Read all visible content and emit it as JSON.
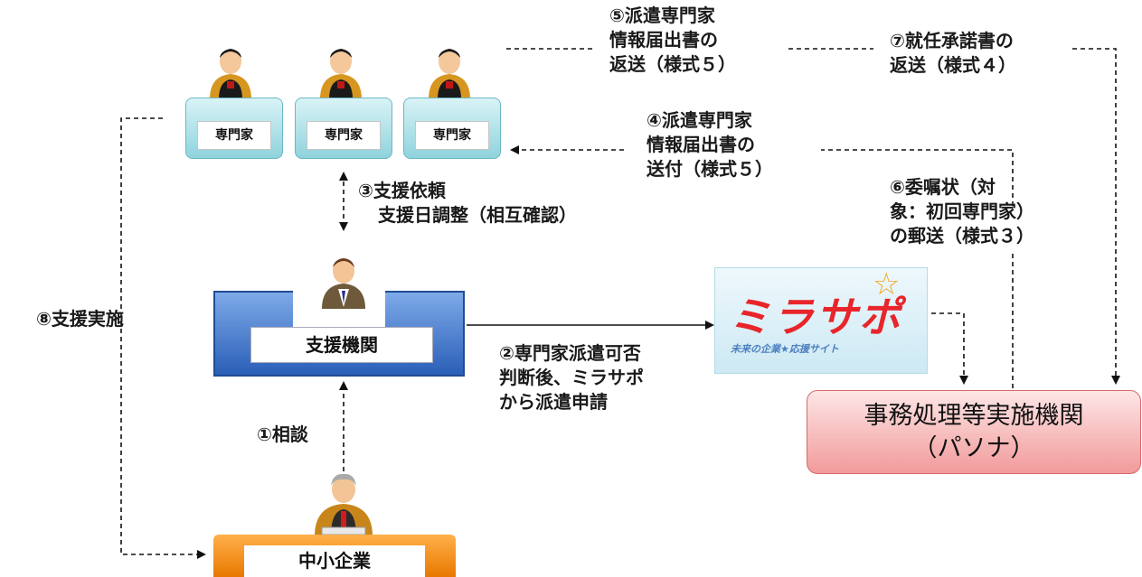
{
  "nodes": {
    "expert_label": "専門家",
    "support_org": "支援機関",
    "sme": "中小企業",
    "mirasapo_logo": "ミラサポ",
    "mirasapo_tagline": "未来の企業★応援サイト",
    "pasona_line1": "事務処理等実施機関",
    "pasona_line2": "（パソナ）"
  },
  "steps": {
    "s1": "①相談",
    "s2": [
      "②専門家派遣可否",
      "判断後、ミラサポ",
      "から派遣申請"
    ],
    "s3": [
      "③支援依頼",
      "支援日調整（相互確認）"
    ],
    "s4": [
      "④派遣専門家",
      "情報届出書の",
      "送付（様式５）"
    ],
    "s5": [
      "⑤派遣専門家",
      "情報届出書の",
      "返送（様式５）"
    ],
    "s6": [
      "⑥委嘱状（対",
      "象：初回専門家）",
      "の郵送（様式３）"
    ],
    "s7": [
      "⑦就任承諾書の",
      "返送（様式４）"
    ],
    "s8": "⑧支援実施"
  },
  "colors": {
    "expert_box": "#8fd3dd",
    "support_org": "#2a5fb8",
    "sme": "#f08c10",
    "pasona": "#f29a9a",
    "mirasapo_red": "#e8252a"
  }
}
